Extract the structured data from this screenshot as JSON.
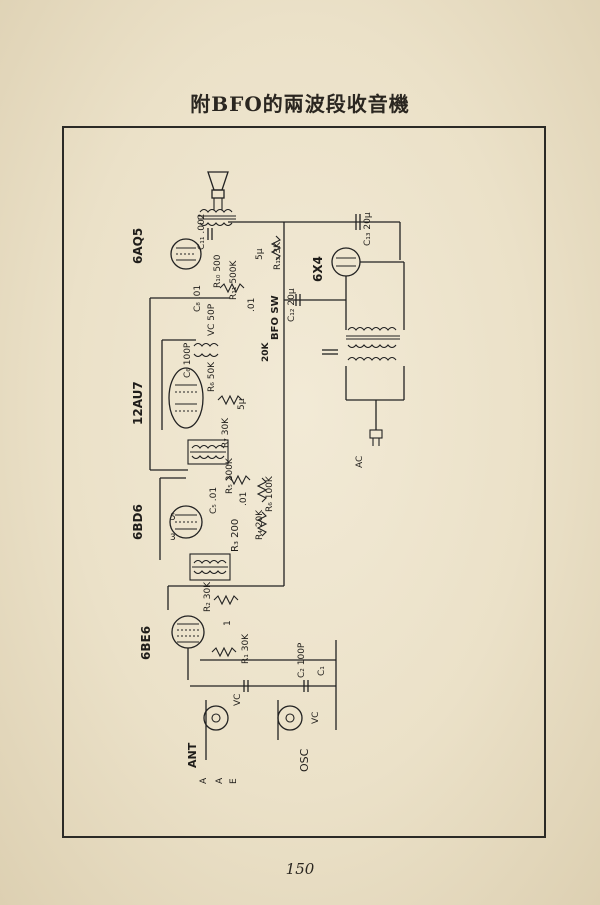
{
  "title": "附BFO的兩波段收音機",
  "page_number": "150",
  "tubes": [
    "6AQ5",
    "6X4",
    "12AU7",
    "6BD6",
    "6BE6"
  ],
  "labels": {
    "ant": "ANT",
    "osc": "OSC",
    "a1": "A",
    "a2": "A",
    "e": "E",
    "ac": "AC",
    "bfo_sw": "BFO SW",
    "vc50p": "VC 50P",
    "r20k": "20K",
    "r12_3k": "R₁₂ 3K",
    "c002": "C₁₁ .002",
    "r500": "R₁₀ 500",
    "r500k": "R₁₁ 500K",
    "c01a": "C₈ .01",
    "c01b": ".01",
    "c10_100p": "C₆ 100P",
    "r50k": "R₆ 50K",
    "r30k_a": "R₇ 30K",
    "sw_a": "5μ",
    "sw_b": "5μ",
    "c12_20u": "C₁₂ 20μ",
    "c13_20u": "C₁₃ 20μ",
    "r200k": "R₅ 200K",
    "r100k": "R₆ 100K",
    "r20k_b": "R₄ 20K",
    "r200": "R₃ 200",
    "c01c": "C₅ .01",
    "c01d": ".01",
    "r30k_b": "R₂ 30K",
    "r30k_c": "R₁ 30K",
    "r1": "1",
    "vc": "VC",
    "vc_b": "VC",
    "c100p": "C₂ 100P",
    "c_osc": "C₁",
    "n3": "3",
    "n5": "5"
  }
}
